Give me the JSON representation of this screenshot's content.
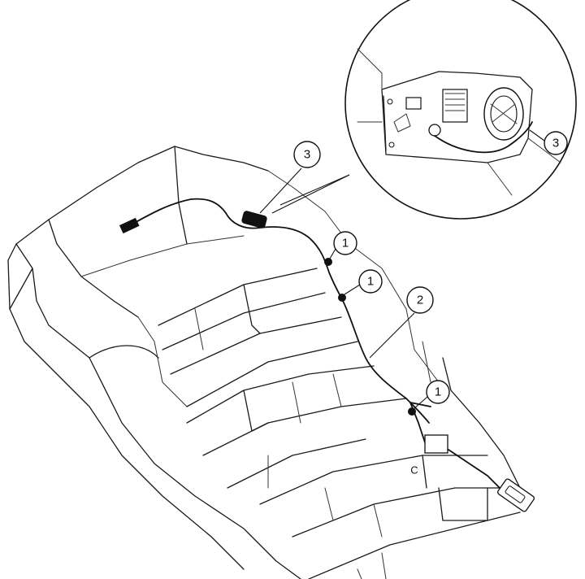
{
  "callouts": [
    {
      "id": "c1a",
      "label": "1"
    },
    {
      "id": "c1b",
      "label": "1"
    },
    {
      "id": "c1c",
      "label": "1"
    },
    {
      "id": "c2",
      "label": "2"
    },
    {
      "id": "c3a",
      "label": "3"
    },
    {
      "id": "c3b",
      "label": "3"
    }
  ],
  "floor_mark": "C"
}
